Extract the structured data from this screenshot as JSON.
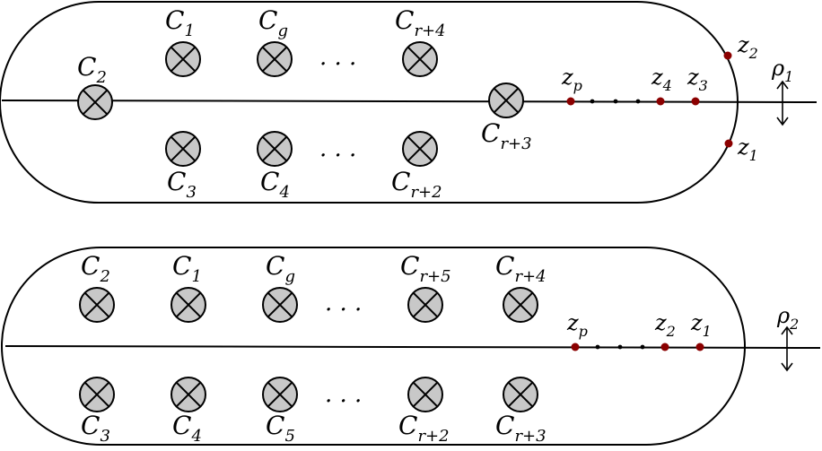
{
  "panels": [
    {
      "id": "top",
      "rho": {
        "base": "ρ",
        "sub": "1"
      },
      "caps": [
        {
          "base": "C",
          "sub": "2"
        },
        {
          "base": "C",
          "sub": "1"
        },
        {
          "base": "C",
          "sub": "g"
        },
        {
          "base": "C",
          "sub": "r+4"
        },
        {
          "base": "C",
          "sub": "3"
        },
        {
          "base": "C",
          "sub": "4"
        },
        {
          "base": "C",
          "sub": "r+2"
        },
        {
          "base": "C",
          "sub": "r+3"
        }
      ],
      "points": [
        {
          "base": "z",
          "sub": "p"
        },
        {
          "base": "z",
          "sub": "4"
        },
        {
          "base": "z",
          "sub": "3"
        },
        {
          "base": "z",
          "sub": "2"
        },
        {
          "base": "z",
          "sub": "1"
        }
      ],
      "ellipsis": ". . ."
    },
    {
      "id": "bottom",
      "rho": {
        "base": "ρ",
        "sub": "2"
      },
      "caps": [
        {
          "base": "C",
          "sub": "2"
        },
        {
          "base": "C",
          "sub": "1"
        },
        {
          "base": "C",
          "sub": "g"
        },
        {
          "base": "C",
          "sub": "r+5"
        },
        {
          "base": "C",
          "sub": "r+4"
        },
        {
          "base": "C",
          "sub": "3"
        },
        {
          "base": "C",
          "sub": "4"
        },
        {
          "base": "C",
          "sub": "5"
        },
        {
          "base": "C",
          "sub": "r+2"
        },
        {
          "base": "C",
          "sub": "r+3"
        }
      ],
      "points": [
        {
          "base": "z",
          "sub": "p"
        },
        {
          "base": "z",
          "sub": "2"
        },
        {
          "base": "z",
          "sub": "1"
        }
      ],
      "ellipsis": ". . ."
    }
  ]
}
